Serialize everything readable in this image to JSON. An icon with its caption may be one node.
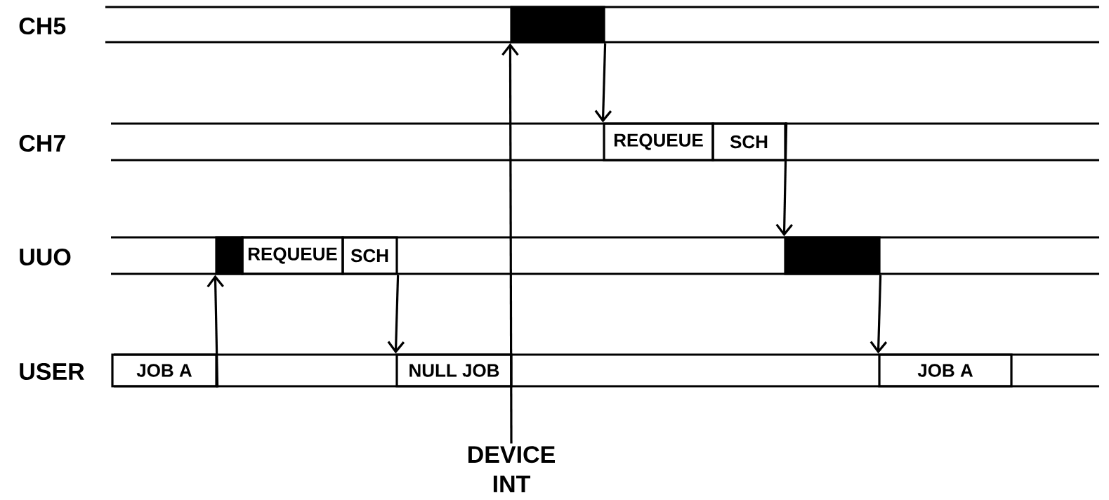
{
  "diagram": {
    "nodes": [
      {
        "text": [
          "JOB A"
        ]
      },
      {
        "text": [],
        "shape": "box"
      },
      {
        "text": [
          "REQUEUE"
        ]
      },
      {
        "text": [
          "SCH"
        ]
      },
      {
        "text": [
          "NULL JOB"
        ]
      },
      {
        "text": [
          "DEVICE INT"
        ]
      },
      {
        "text": [],
        "shape": "box"
      },
      {
        "text": [
          "REQUEUE"
        ]
      },
      {
        "text": [
          "SCH"
        ]
      },
      {
        "text": [],
        "shape": "box"
      },
      {
        "text": [
          "JOB A"
        ]
      }
    ],
    "edges": [
      {
        "from": 0,
        "to": 1,
        "arrow": "to"
      },
      {
        "from": 3,
        "to": 4,
        "arrow": "to"
      },
      {
        "from": 5,
        "to": 6,
        "arrow": "to"
      },
      {
        "from": 6,
        "to": 7,
        "arrow": "to"
      },
      {
        "from": 8,
        "to": 9,
        "arrow": "to"
      },
      {
        "from": 9,
        "to": 10,
        "arrow": "to"
      }
    ],
    "labels": [
      "CH5",
      "CH7",
      "UUO",
      "USER"
    ]
  }
}
